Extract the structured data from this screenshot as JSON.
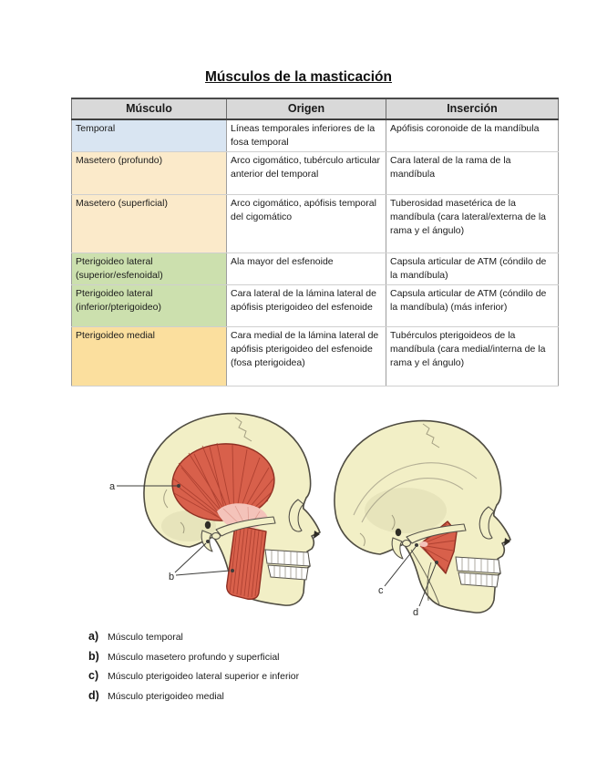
{
  "page": {
    "title": "Músculos de la masticación",
    "background": "#FFFFFF"
  },
  "table": {
    "header_bg": "#D9D9D9",
    "headers": [
      "Músculo",
      "Origen",
      "Inserción"
    ],
    "rows": [
      {
        "muscle": "Temporal",
        "origin": "Líneas temporales inferiores de la fosa temporal",
        "insertion": "Apófisis coronoide de la mandíbula",
        "bg": "#D9E5F2"
      },
      {
        "muscle": "Masetero (profundo)",
        "origin": "Arco cigomático, tubérculo articular anterior del temporal",
        "insertion": "Cara lateral de la rama de la mandíbula",
        "bg": "#FBEACA"
      },
      {
        "muscle": "Masetero (superficial)",
        "origin": "Arco cigomático, apófisis temporal del cigomático",
        "insertion": "Tuberosidad masetérica de la mandíbula (cara lateral/externa de la rama y el ángulo)",
        "bg": "#FBEACA"
      },
      {
        "muscle": "Pterigoideo lateral (superior/esfenoidal)",
        "origin": "Ala mayor del esfenoide",
        "insertion": "Capsula articular de ATM (cóndilo de la mandíbula)",
        "bg": "#CCE0AE"
      },
      {
        "muscle": "Pterigoideo lateral (inferior/pterigoideo)",
        "origin": "Cara lateral de la lámina lateral de apófisis pterigoideo del esfenoide",
        "insertion": "Capsula articular de ATM (cóndilo de la mandíbula) (más inferior)",
        "bg": "#CCE0AE"
      },
      {
        "muscle": "Pterigoideo medial",
        "origin": "Cara medial de la lámina lateral de apófisis pterigoideo del esfenoide (fosa pterigoidea)",
        "insertion": "Tubérculos pterigoideos de la mandíbula (cara medial/interna de la rama y el ángulo)",
        "bg": "#FBDF9E"
      }
    ]
  },
  "figure": {
    "labels": {
      "a": "a",
      "b": "b",
      "c": "c",
      "d": "d"
    },
    "colors": {
      "bone": "#F2EFC6",
      "muscle_red": "#D8604B",
      "tendon_pink": "#F4C3BA",
      "outline": "#4F4C42"
    }
  },
  "legend": {
    "items": [
      {
        "letter": "a)",
        "text": "Músculo temporal"
      },
      {
        "letter": "b)",
        "text": "Músculo masetero profundo y superficial"
      },
      {
        "letter": "c)",
        "text": "Músculo pterigoideo lateral superior e inferior"
      },
      {
        "letter": "d)",
        "text": "Músculo pterigoideo medial"
      }
    ]
  }
}
